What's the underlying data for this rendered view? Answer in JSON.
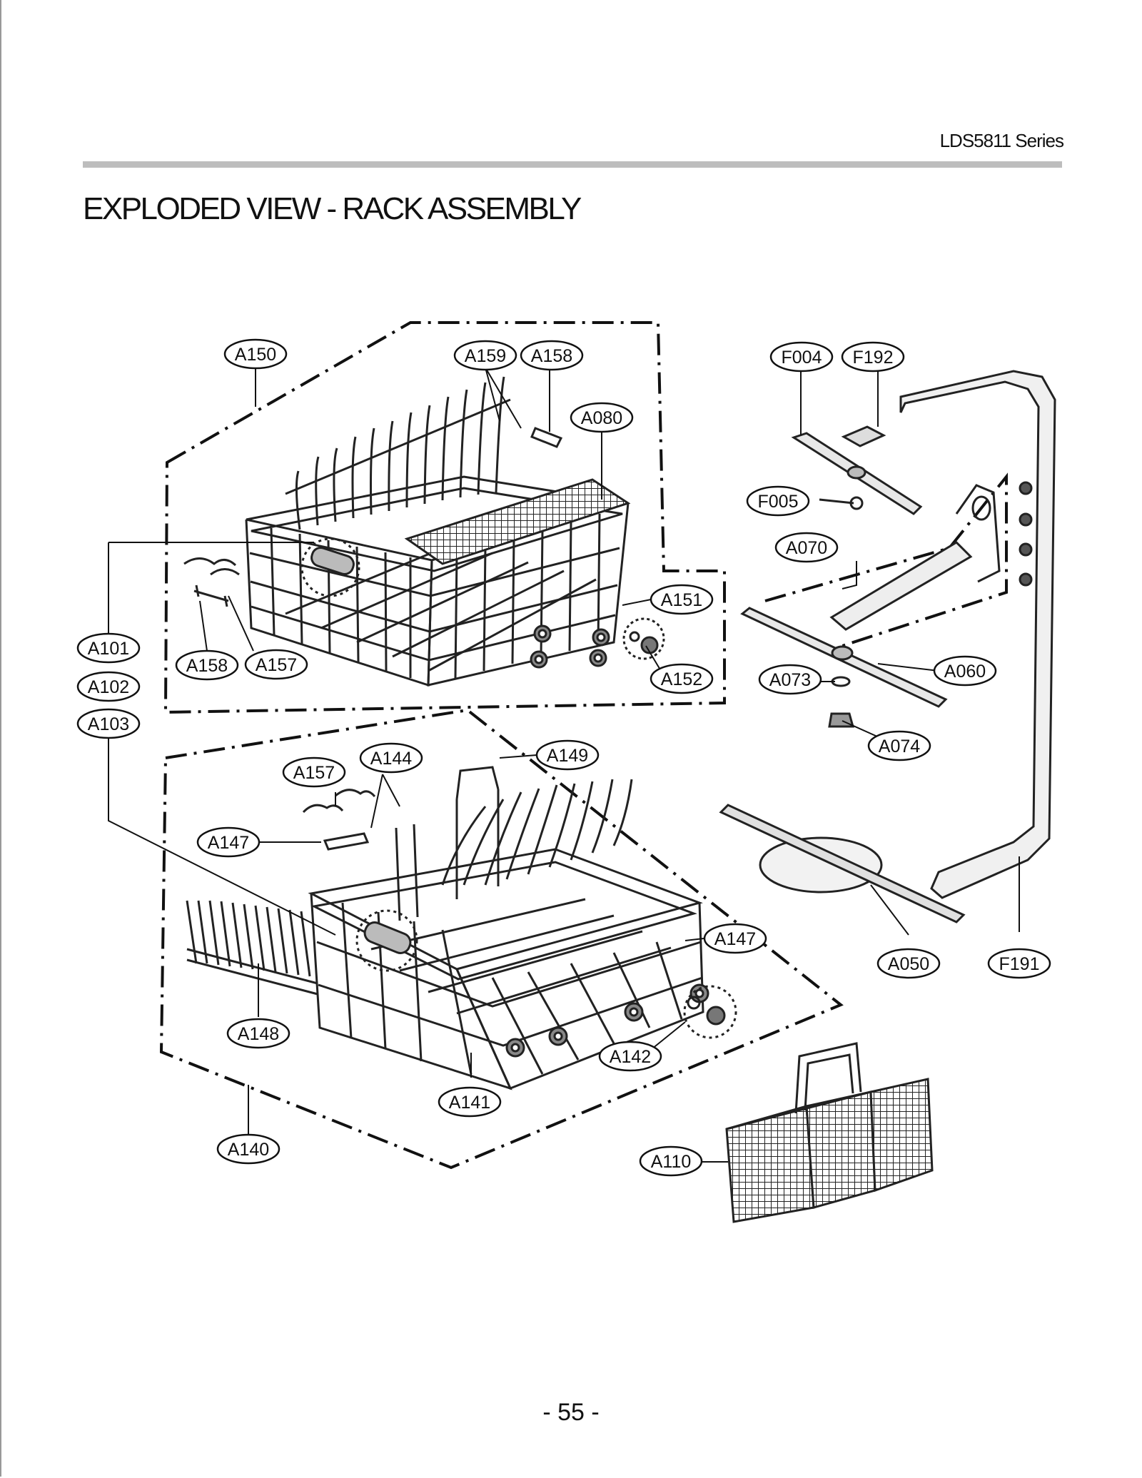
{
  "header": {
    "series": "LDS5811 Series"
  },
  "title": "EXPLODED VIEW - RACK ASSEMBLY",
  "page_number": "- 55 -",
  "callouts": [
    {
      "id": "c0",
      "label": "A150"
    },
    {
      "id": "c1",
      "label": "A159"
    },
    {
      "id": "c2",
      "label": "A158"
    },
    {
      "id": "c3",
      "label": "A080"
    },
    {
      "id": "c4",
      "label": "A151"
    },
    {
      "id": "c5",
      "label": "A152"
    },
    {
      "id": "c6",
      "label": "A158"
    },
    {
      "id": "c7",
      "label": "A157"
    },
    {
      "id": "c8",
      "label": "A101"
    },
    {
      "id": "c9",
      "label": "A102"
    },
    {
      "id": "c10",
      "label": "A103"
    },
    {
      "id": "c11",
      "label": "F004"
    },
    {
      "id": "c12",
      "label": "F192"
    },
    {
      "id": "c13",
      "label": "F005"
    },
    {
      "id": "c14",
      "label": "A070"
    },
    {
      "id": "c15",
      "label": "A060"
    },
    {
      "id": "c16",
      "label": "A073"
    },
    {
      "id": "c17",
      "label": "A074"
    },
    {
      "id": "c18",
      "label": "A157"
    },
    {
      "id": "c19",
      "label": "A144"
    },
    {
      "id": "c20",
      "label": "A149"
    },
    {
      "id": "c21",
      "label": "A147"
    },
    {
      "id": "c22",
      "label": "A147"
    },
    {
      "id": "c23",
      "label": "A148"
    },
    {
      "id": "c24",
      "label": "A142"
    },
    {
      "id": "c25",
      "label": "A141"
    },
    {
      "id": "c26",
      "label": "A140"
    },
    {
      "id": "c27",
      "label": "A050"
    },
    {
      "id": "c28",
      "label": "F191"
    },
    {
      "id": "c29",
      "label": "A110"
    }
  ]
}
